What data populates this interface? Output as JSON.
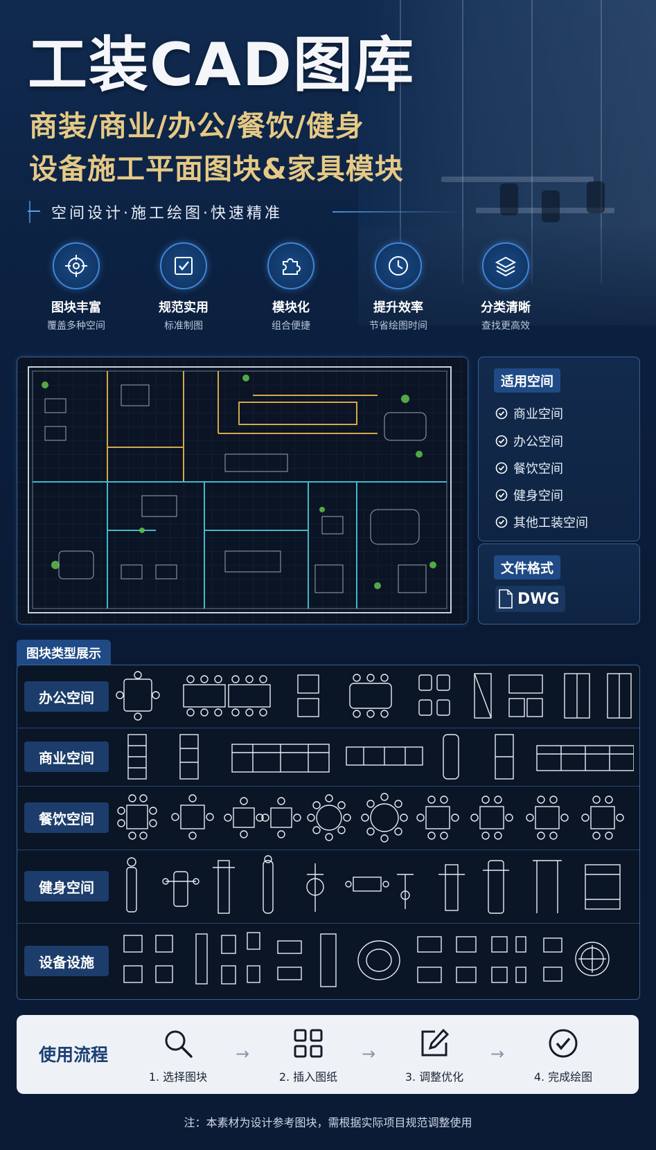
{
  "header": {
    "title": "工装CAD图库",
    "subtitle_line1": "商装/商业/办公/餐饮/健身",
    "subtitle_line2": "设备施工平面图块&家具模块",
    "tagline": "空间设计·施工绘图·快速精准"
  },
  "features": [
    {
      "icon": "target-icon",
      "title": "图块丰富",
      "desc": "覆盖多种空间"
    },
    {
      "icon": "checkbox-icon",
      "title": "规范实用",
      "desc": "标准制图"
    },
    {
      "icon": "puzzle-icon",
      "title": "模块化",
      "desc": "组合便捷"
    },
    {
      "icon": "clock-icon",
      "title": "提升效率",
      "desc": "节省绘图时间"
    },
    {
      "icon": "layers-icon",
      "title": "分类清晰",
      "desc": "查找更高效"
    }
  ],
  "apply": {
    "title": "适用空间",
    "items": [
      "商业空间",
      "办公空间",
      "餐饮空间",
      "健身空间",
      "其他工装空间"
    ]
  },
  "format": {
    "title": "文件格式",
    "value": "DWG"
  },
  "types": {
    "title": "图块类型展示",
    "rows": [
      "办公空间",
      "商业空间",
      "餐饮空间",
      "健身空间",
      "设备设施"
    ]
  },
  "flow": {
    "title": "使用流程",
    "steps": [
      "1. 选择图块",
      "2. 插入图纸",
      "3. 调整优化",
      "4. 完成绘图"
    ]
  },
  "note": "注：本素材为设计参考图块，需根据实际项目规范调整使用",
  "colors": {
    "accent_blue": "#3f86d8",
    "gold": "#e6c985",
    "navy": "#0b1f3e",
    "flow_bg": "#eef2f7"
  }
}
